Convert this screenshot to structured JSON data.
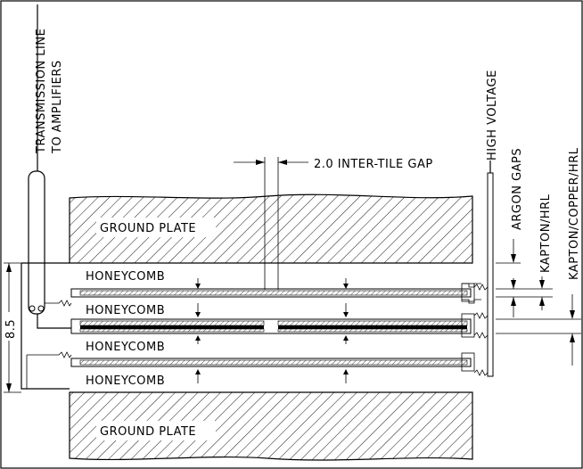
{
  "labels": {
    "ground_plate_top": "GROUND PLATE",
    "ground_plate_bottom": "GROUND PLATE",
    "honeycomb_1": "HONEYCOMB",
    "honeycomb_2": "HONEYCOMB",
    "honeycomb_3": "HONEYCOMB",
    "honeycomb_4": "HONEYCOMB",
    "inter_tile_gap": "2.0 INTER-TILE GAP",
    "transmission_line_1": "TRANSMISSION LINE",
    "transmission_line_2": "TO AMPLIFIERS",
    "high_voltage": "HIGH VOLTAGE",
    "argon_gaps": "ARGON GAPS",
    "kapton_hrl": "KAPTON/HRL",
    "kapton_copper_hrl": "KAPTON/COPPER/HRL",
    "dimension": "8.5"
  },
  "colors": {
    "line": "#000000",
    "background": "#ffffff"
  }
}
